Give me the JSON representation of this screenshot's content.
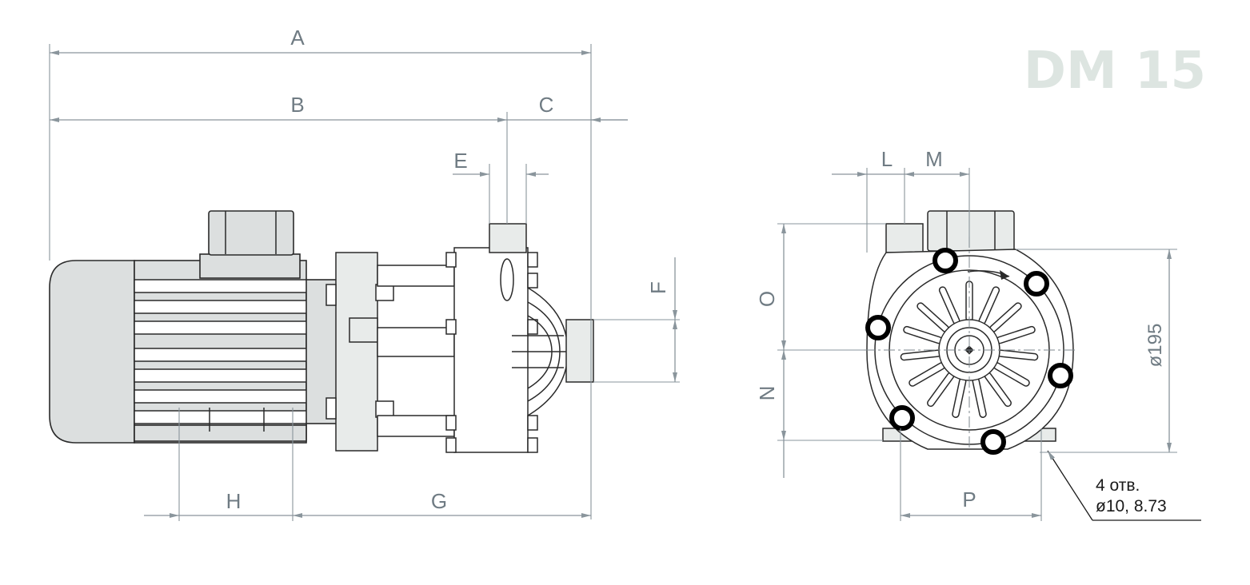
{
  "model": "DM 15",
  "dimensions": {
    "A": "A",
    "B": "B",
    "C": "C",
    "E": "E",
    "F": "F",
    "G": "G",
    "H": "H",
    "L": "L",
    "M": "M",
    "N": "N",
    "O": "O",
    "P": "P"
  },
  "flange_diameter": "ø195",
  "holes_note": {
    "line1": "4 отв.",
    "line2": "ø10, 8.73"
  },
  "colors": {
    "dimension": "#8a959c",
    "body_fill": "#dcdfdf",
    "model_label": "#dde5e1"
  }
}
